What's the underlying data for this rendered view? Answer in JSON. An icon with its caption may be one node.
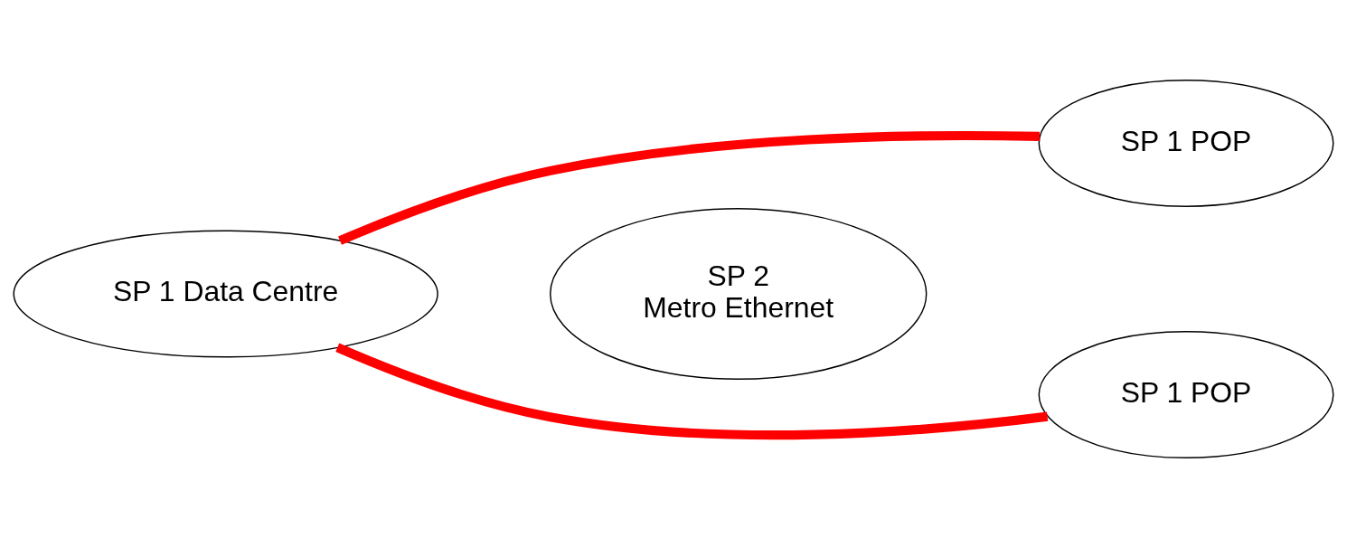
{
  "diagram": {
    "nodes": [
      {
        "text": [
          "SP 1 Data Centre"
        ]
      },
      {
        "text": [
          "SP 2",
          "Metro Ethernet"
        ]
      },
      {
        "text": [
          "SP 1 POP"
        ]
      },
      {
        "text": [
          "SP 1 POP"
        ]
      }
    ],
    "edges": [
      {
        "from": 0,
        "to": 2,
        "arrow": "none"
      },
      {
        "from": 0,
        "to": 3,
        "arrow": "none"
      }
    ]
  }
}
